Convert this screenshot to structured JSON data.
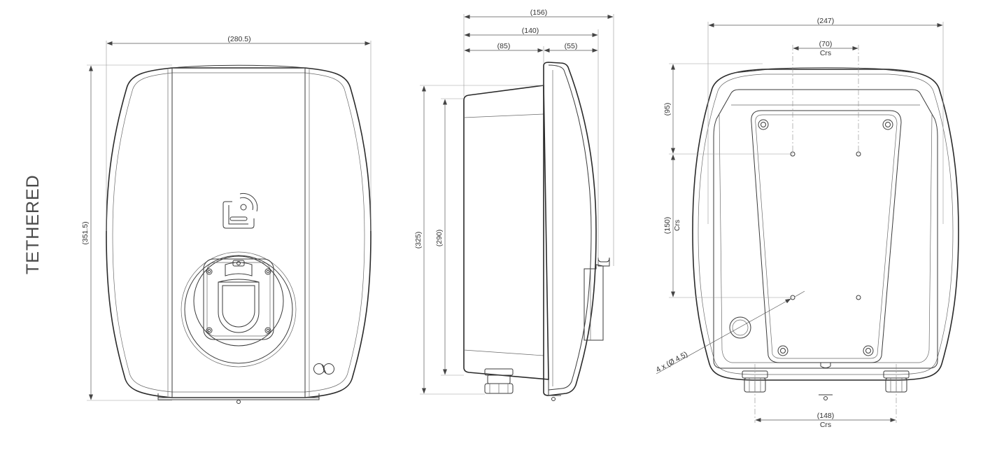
{
  "title": "TETHERED",
  "front_view": {
    "width": "(280.5)",
    "height": "(351.5)"
  },
  "side_view": {
    "depth_total": "(156)",
    "depth_mid": "(140)",
    "depth_body": "(85)",
    "depth_front": "(55)",
    "height_total": "(325)",
    "height_body": "(290)"
  },
  "rear_view": {
    "width": "(247)",
    "top_holes_spacing": "(70)",
    "top_holes_crs": "Crs",
    "top_offset": "(95)",
    "vertical_spacing": "(150)",
    "vertical_crs": "Crs",
    "hole_callout": "4 x (Ø 4.5)",
    "gland_spacing": "(148)",
    "gland_crs": "Crs"
  }
}
